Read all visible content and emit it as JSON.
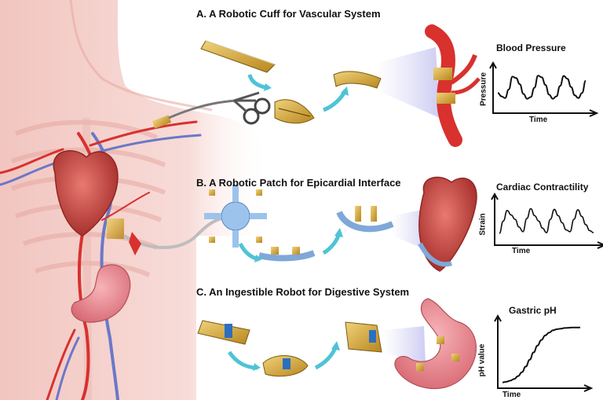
{
  "panels": {
    "a": {
      "title": "A.  A Robotic Cuff for Vascular System"
    },
    "b": {
      "title": "B.  A Robotic Patch for Epicardial Interface"
    },
    "c": {
      "title": "C.  An Ingestible Robot for Digestive System"
    }
  },
  "colors": {
    "skin": "#f4cbc6",
    "artery": "#d8312e",
    "vein": "#6a78c8",
    "heart": "#c94a44",
    "stomach": "#e98e96",
    "robot_gold": "#d2a536",
    "robot_blue": "#7fa8d8",
    "arrow_teal": "#4fc3d6"
  },
  "chart_data": [
    {
      "type": "line",
      "title": "Blood Pressure",
      "xlabel": "Time",
      "ylabel": "Pressure",
      "x": [
        0,
        1,
        2,
        3,
        4,
        5,
        6,
        7,
        8,
        9,
        10,
        11,
        12,
        13,
        14,
        15,
        16,
        17,
        18,
        19,
        20,
        21,
        22,
        23,
        24
      ],
      "y": [
        0.45,
        0.35,
        0.3,
        0.55,
        0.92,
        0.88,
        0.7,
        0.42,
        0.28,
        0.33,
        0.6,
        0.95,
        0.9,
        0.68,
        0.4,
        0.28,
        0.35,
        0.65,
        0.94,
        0.86,
        0.62,
        0.38,
        0.3,
        0.45,
        0.8
      ]
    },
    {
      "type": "line",
      "title": "Cardiac Contractility",
      "xlabel": "Time",
      "ylabel": "Strain",
      "x": [
        0,
        1,
        2,
        3,
        4,
        5,
        6,
        7,
        8,
        9,
        10,
        11,
        12,
        13,
        14,
        15,
        16,
        17,
        18,
        19,
        20,
        21,
        22,
        23,
        24
      ],
      "y": [
        0.2,
        0.55,
        0.85,
        0.72,
        0.6,
        0.38,
        0.25,
        0.62,
        0.9,
        0.7,
        0.55,
        0.35,
        0.22,
        0.6,
        0.88,
        0.7,
        0.5,
        0.3,
        0.25,
        0.6,
        0.87,
        0.68,
        0.45,
        0.28,
        0.22
      ]
    },
    {
      "type": "line",
      "title": "Gastric pH",
      "xlabel": "Time",
      "ylabel": "pH value",
      "x": [
        0,
        1,
        2,
        3,
        4,
        5,
        6,
        7,
        8,
        9,
        10,
        11,
        12,
        13,
        14,
        15,
        16,
        17,
        18,
        19,
        20
      ],
      "y": [
        0.02,
        0.03,
        0.05,
        0.08,
        0.13,
        0.2,
        0.3,
        0.42,
        0.55,
        0.67,
        0.77,
        0.85,
        0.9,
        0.94,
        0.96,
        0.97,
        0.98,
        0.985,
        0.99,
        0.99,
        0.99
      ]
    }
  ]
}
